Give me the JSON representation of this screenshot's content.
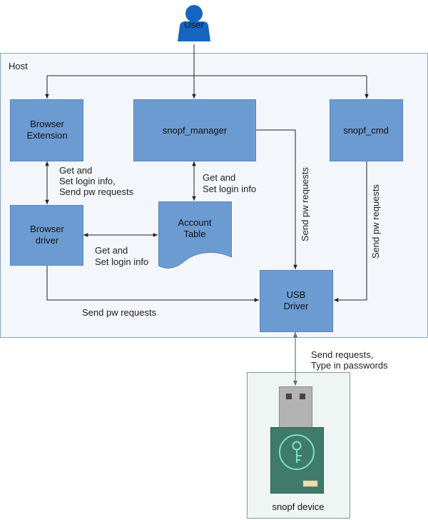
{
  "actor": {
    "label": "User"
  },
  "host": {
    "label": "Host"
  },
  "boxes": {
    "browser_extension": [
      "Browser",
      "Extension"
    ],
    "snopf_manager": "snopf_manager",
    "snopf_cmd": "snopf_cmd",
    "browser_driver": [
      "Browser",
      "driver"
    ],
    "account_table": [
      "Account",
      "Table"
    ],
    "usb_driver": [
      "USB",
      "Driver"
    ]
  },
  "edge_labels": {
    "ext_driver": [
      "Get and",
      "Set login info,",
      "Send pw requests"
    ],
    "manager_table": [
      "Get and",
      "Set login info"
    ],
    "driver_table": [
      "Get and",
      "Set login info"
    ],
    "manager_usb": "Send pw requests",
    "cmd_usb": "Send pw requests",
    "driver_usb": "Send pw requests",
    "usb_device": [
      "Send requests,",
      "Type in passwords"
    ]
  },
  "device": {
    "label": "snopf device"
  },
  "colors": {
    "box_fill": "#6c9bd2",
    "host_background": "#f3f6fa",
    "device_background": "#eef5f2",
    "stick_body": "#3f7a6a",
    "stick_connector": "#b3b3b3",
    "logo": "#79e3c6",
    "user_icon": "#1565c0"
  },
  "icons": [
    "user-icon",
    "usb-stick-icon",
    "key-logo-icon"
  ]
}
